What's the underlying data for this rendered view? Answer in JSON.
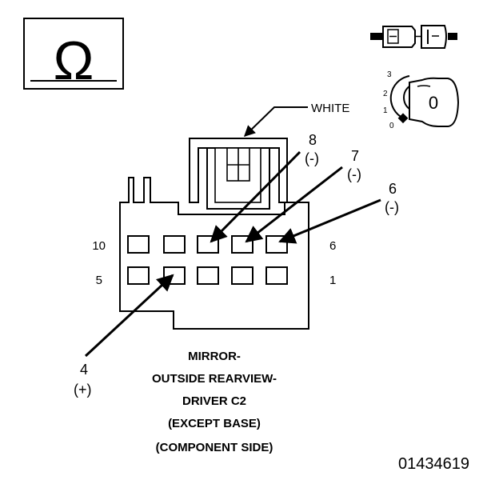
{
  "symbol": {
    "glyph": "Ω",
    "icon": "ohmmeter-icon"
  },
  "wire_color_label": "WHITE",
  "pin_callouts": [
    {
      "pin": "8",
      "polarity": "(-)"
    },
    {
      "pin": "7",
      "polarity": "(-)"
    },
    {
      "pin": "6",
      "polarity": "(-)"
    },
    {
      "pin": "4",
      "polarity": "(+)"
    }
  ],
  "row_labels": {
    "top_left": "10",
    "top_right": "6",
    "bottom_left": "5",
    "bottom_right": "1"
  },
  "ignition_positions": [
    "3",
    "2",
    "1",
    "0"
  ],
  "key_label": "0",
  "caption_lines": [
    "MIRROR-",
    "OUTSIDE REARVIEW-",
    "DRIVER C2",
    "(EXCEPT BASE)",
    "(COMPONENT SIDE)"
  ],
  "figure_id": "01434619"
}
